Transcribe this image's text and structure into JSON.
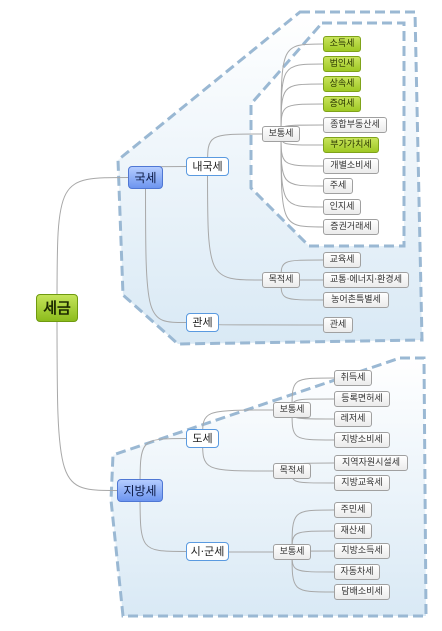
{
  "root": "세금",
  "national": {
    "label": "국세",
    "internal": {
      "label": "내국세",
      "ordinary": {
        "label": "보통세",
        "items": [
          "소득세",
          "법인세",
          "상속세",
          "증여세",
          "종합부동산세",
          "부가가치세",
          "개별소비세",
          "주세",
          "인지세",
          "증권거래세"
        ],
        "highlighted": [
          "소득세",
          "법인세",
          "상속세",
          "증여세",
          "부가가치세"
        ]
      },
      "purpose": {
        "label": "목적세",
        "items": [
          "교육세",
          "교통·에너지·환경세",
          "농어촌특별세"
        ]
      }
    },
    "customs": {
      "label": "관세",
      "items": [
        "관세"
      ]
    }
  },
  "local": {
    "label": "지방세",
    "province": {
      "label": "도세",
      "ordinary": {
        "label": "보통세",
        "items": [
          "취득세",
          "등록면허세",
          "레저세",
          "지방소비세"
        ]
      },
      "purpose": {
        "label": "목적세",
        "items": [
          "지역자원시설세",
          "지방교육세"
        ]
      }
    },
    "city": {
      "label": "시·군세",
      "ordinary": {
        "label": "보통세",
        "items": [
          "주민세",
          "재산세",
          "지방소득세",
          "자동차세",
          "담배소비세"
        ]
      }
    }
  },
  "colors": {
    "highlight": "#a6cc2c",
    "hull_stroke": "#9ab8d3",
    "connector": "#a8a8a8"
  }
}
